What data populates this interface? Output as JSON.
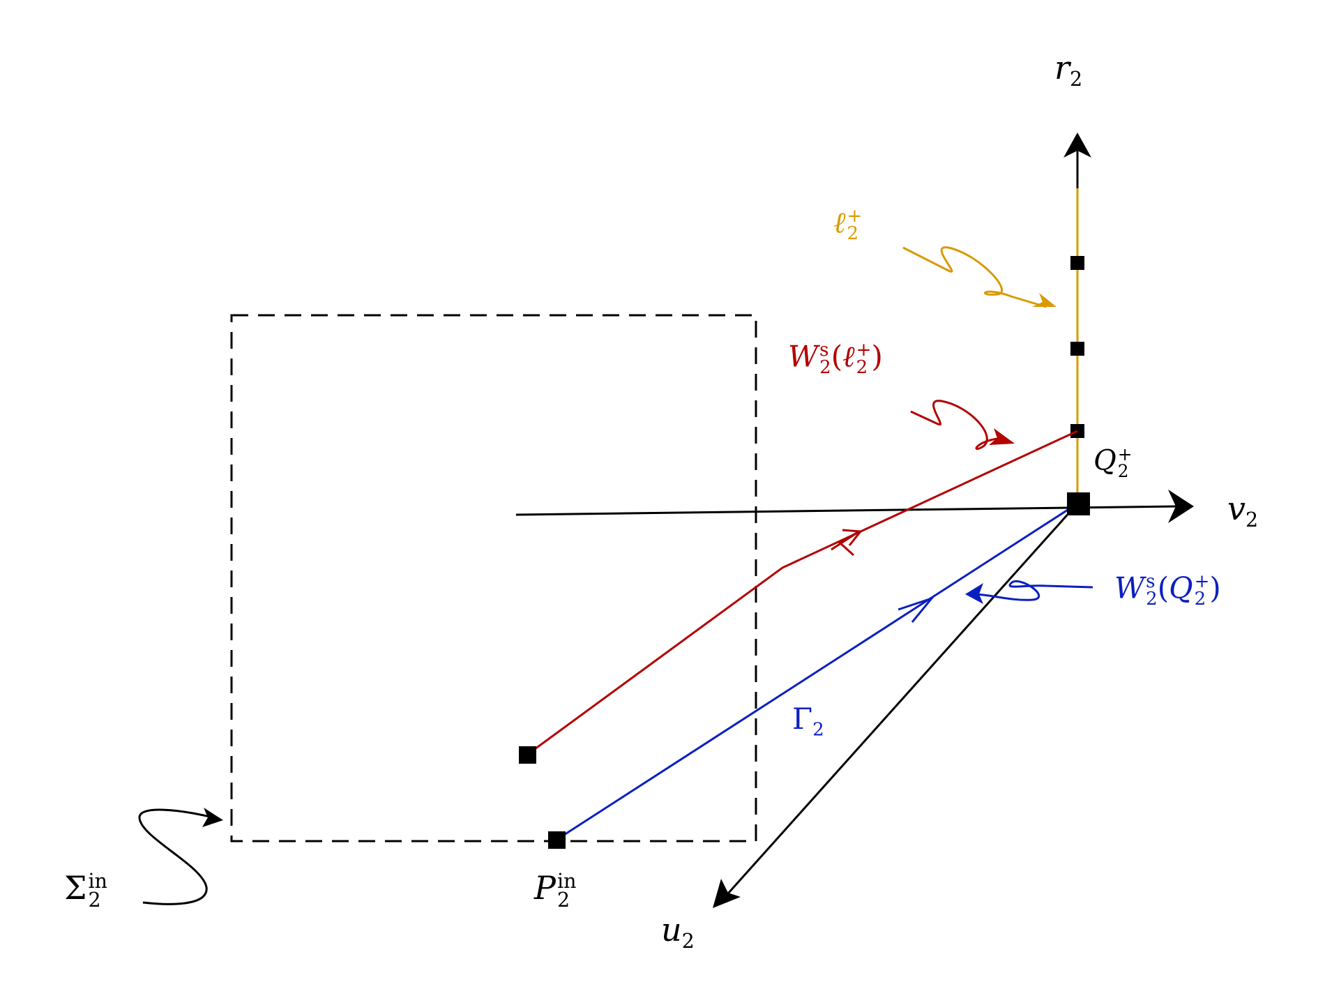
{
  "colors": {
    "black": "#000000",
    "red": "#b30000",
    "blue": "#0a1fc0",
    "orange": "#d99a00"
  },
  "labels": {
    "r_axis": {
      "main": "r",
      "sub": "2"
    },
    "v_axis": {
      "main": "v",
      "sub": "2"
    },
    "u_axis": {
      "main": "u",
      "sub": "2"
    },
    "ell": {
      "main": "ℓ",
      "sup": "+",
      "sub": "2"
    },
    "ws_ell": {
      "main": "W",
      "sup": "s",
      "sub": "2",
      "arg_open": "(",
      "arg_main": "ℓ",
      "arg_sup": "+",
      "arg_sub": "2",
      "arg_close": ")"
    },
    "q": {
      "main": "Q",
      "sup": "+",
      "sub": "2"
    },
    "ws_q": {
      "main": "W",
      "sup": "s",
      "sub": "2",
      "arg_open": "(",
      "arg_main": "Q",
      "arg_sup": "+",
      "arg_sub": "2",
      "arg_close": ")"
    },
    "gamma": {
      "main": "Γ",
      "sub": "2"
    },
    "p": {
      "main": "P",
      "sup": "in",
      "sub": "2"
    },
    "sigma": {
      "main": "Σ",
      "sup": "in",
      "sub": "2"
    }
  }
}
